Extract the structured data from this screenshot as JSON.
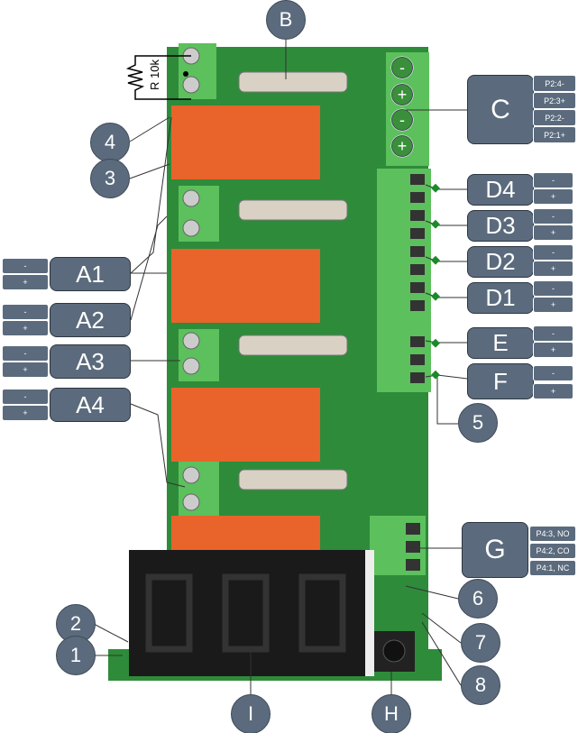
{
  "resistor_label": "R 10k",
  "callouts": {
    "B": "B",
    "C": "C",
    "D4": "D4",
    "D3": "D3",
    "D2": "D2",
    "D1": "D1",
    "E": "E",
    "F": "F",
    "G": "G",
    "A1": "A1",
    "A2": "A2",
    "A3": "A3",
    "A4": "A4",
    "I": "I",
    "H": "H",
    "n1": "1",
    "n2": "2",
    "n3": "3",
    "n4": "4",
    "n5": "5",
    "n6": "6",
    "n7": "7",
    "n8": "8"
  },
  "c_pins": [
    "P2:4-",
    "P2:3+",
    "P2:2-",
    "P2:1+"
  ],
  "g_pins": [
    "P4:3, NO",
    "P4:2, CO",
    "P4:1, NC"
  ],
  "minus": "-",
  "plus": "+",
  "terminal_signs": [
    "-",
    "+",
    "-",
    "+"
  ],
  "colors": {
    "callout": "#5b6b7d",
    "board": "#2e8b3a",
    "relay": "#e8642a",
    "terminal": "#5cc05c",
    "display": "#1a1a1a"
  }
}
